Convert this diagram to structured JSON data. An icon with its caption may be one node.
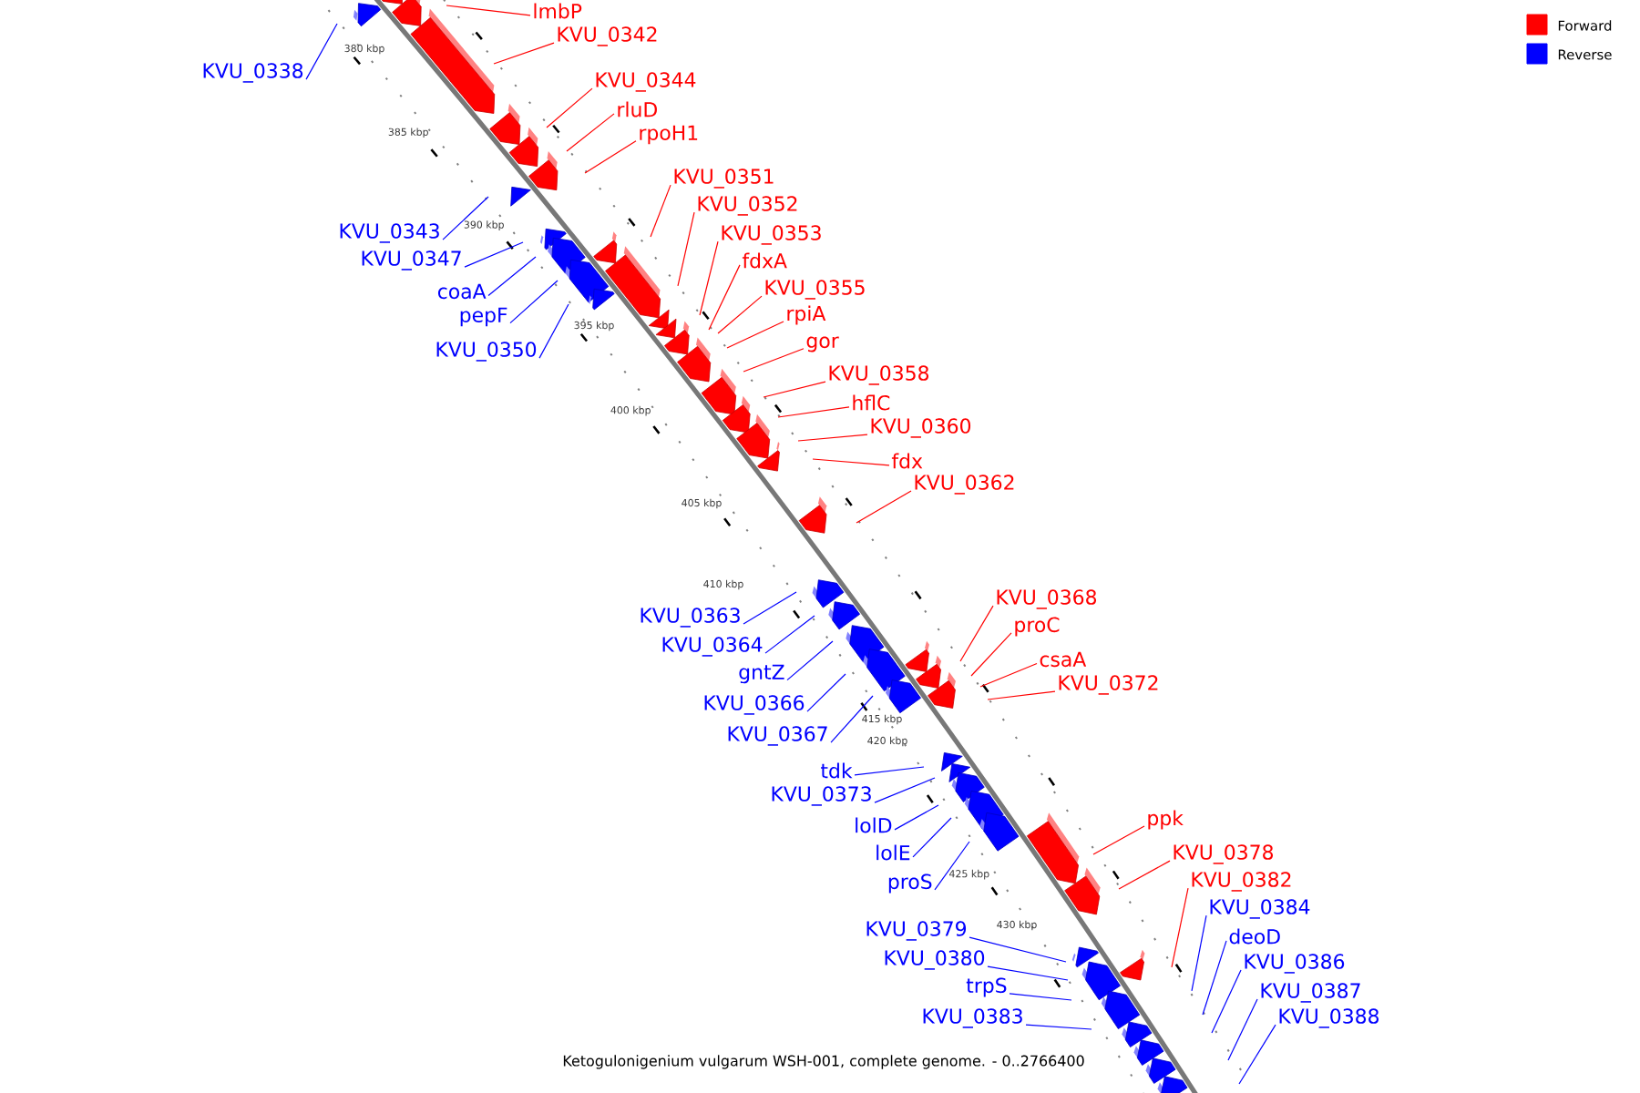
{
  "diagram": {
    "caption": "Ketogulonigenium vulgarum WSH-001, complete genome. - 0..2766400",
    "nodes": [
      {
        "text": [
          "lmbP"
        ]
      },
      {
        "text": [
          "KVU_0342"
        ]
      },
      {
        "text": [
          "KVU_0338"
        ]
      },
      {
        "text": [
          "KVU_0344"
        ]
      },
      {
        "text": [
          "rluD"
        ]
      },
      {
        "text": [
          "rpoH1"
        ]
      },
      {
        "text": [
          "KVU_0351"
        ]
      },
      {
        "text": [
          "KVU_0352"
        ]
      },
      {
        "text": [
          "KVU_0343"
        ]
      },
      {
        "text": [
          "KVU_0353"
        ]
      },
      {
        "text": [
          "KVU_0347"
        ]
      },
      {
        "text": [
          "fdxA"
        ]
      },
      {
        "text": [
          "KVU_0355"
        ]
      },
      {
        "text": [
          "coaA"
        ]
      },
      {
        "text": [
          "rpiA"
        ]
      },
      {
        "text": [
          "pepF"
        ]
      },
      {
        "text": [
          "gor"
        ]
      },
      {
        "text": [
          "KVU_0350"
        ]
      },
      {
        "text": [
          "KVU_0358"
        ]
      },
      {
        "text": [
          "hflC"
        ]
      },
      {
        "text": [
          "KVU_0360"
        ]
      },
      {
        "text": [
          "fdx"
        ]
      },
      {
        "text": [
          "KVU_0362"
        ]
      },
      {
        "text": [
          "KVU_0368"
        ]
      },
      {
        "text": [
          "KVU_0363"
        ]
      },
      {
        "text": [
          "proC"
        ]
      },
      {
        "text": [
          "KVU_0364"
        ]
      },
      {
        "text": [
          "csaA"
        ]
      },
      {
        "text": [
          "gntZ"
        ]
      },
      {
        "text": [
          "KVU_0372"
        ]
      },
      {
        "text": [
          "KVU_0366"
        ]
      },
      {
        "text": [
          "KVU_0367"
        ]
      },
      {
        "text": [
          "tdk"
        ]
      },
      {
        "text": [
          "KVU_0373"
        ]
      },
      {
        "text": [
          "ppk"
        ]
      },
      {
        "text": [
          "lolD"
        ]
      },
      {
        "text": [
          "lolE"
        ]
      },
      {
        "text": [
          "KVU_0378"
        ]
      },
      {
        "text": [
          "KVU_0382"
        ]
      },
      {
        "text": [
          "proS"
        ]
      },
      {
        "text": [
          "KVU_0384"
        ]
      },
      {
        "text": [
          "KVU_0379"
        ]
      },
      {
        "text": [
          "deoD"
        ]
      },
      {
        "text": [
          "KVU_0380"
        ]
      },
      {
        "text": [
          "KVU_0386"
        ]
      },
      {
        "text": [
          "trpS"
        ]
      },
      {
        "text": [
          "KVU_0387"
        ]
      },
      {
        "text": [
          "KVU_0383"
        ]
      },
      {
        "text": [
          "KVU_0388"
        ]
      }
    ],
    "edges": [
      {
        "from": 0,
        "to": null,
        "arrow": "none",
        "color": "#ff0000"
      },
      {
        "from": 1,
        "to": null,
        "arrow": "none",
        "color": "#ff0000"
      },
      {
        "from": 2,
        "to": null,
        "arrow": "none"
      },
      {
        "from": 3,
        "to": null,
        "arrow": "none",
        "color": "#ff0000"
      },
      {
        "from": 4,
        "to": null,
        "arrow": "none",
        "color": "#ff0000"
      },
      {
        "from": 5,
        "to": null,
        "arrow": "none",
        "color": "#ff0000"
      },
      {
        "from": 6,
        "to": null,
        "arrow": "none",
        "color": "#ff0000"
      },
      {
        "from": 7,
        "to": null,
        "arrow": "none",
        "color": "#ff0000"
      },
      {
        "from": 8,
        "to": null,
        "arrow": "none"
      },
      {
        "from": 9,
        "to": null,
        "arrow": "none",
        "color": "#ff0000"
      },
      {
        "from": 10,
        "to": null,
        "arrow": "none"
      },
      {
        "from": 11,
        "to": null,
        "arrow": "none",
        "color": "#ff0000"
      },
      {
        "from": 12,
        "to": null,
        "arrow": "none",
        "color": "#ff0000"
      },
      {
        "from": 13,
        "to": null,
        "arrow": "none"
      },
      {
        "from": 14,
        "to": null,
        "arrow": "none",
        "color": "#ff0000"
      },
      {
        "from": 15,
        "to": null,
        "arrow": "none"
      },
      {
        "from": 16,
        "to": null,
        "arrow": "none",
        "color": "#ff0000"
      },
      {
        "from": 17,
        "to": null,
        "arrow": "none"
      },
      {
        "from": 18,
        "to": null,
        "arrow": "none",
        "color": "#ff0000"
      },
      {
        "from": 19,
        "to": null,
        "arrow": "none",
        "color": "#ff0000"
      },
      {
        "from": 20,
        "to": null,
        "arrow": "none",
        "color": "#ff0000"
      },
      {
        "from": 21,
        "to": null,
        "arrow": "none",
        "color": "#ff0000"
      },
      {
        "from": 22,
        "to": null,
        "arrow": "none",
        "color": "#ff0000"
      },
      {
        "from": 23,
        "to": null,
        "arrow": "none",
        "color": "#ff0000"
      },
      {
        "from": 24,
        "to": null,
        "arrow": "none"
      },
      {
        "from": 25,
        "to": null,
        "arrow": "none",
        "color": "#ff0000"
      },
      {
        "from": 26,
        "to": null,
        "arrow": "none"
      },
      {
        "from": 27,
        "to": null,
        "arrow": "none",
        "color": "#ff0000"
      },
      {
        "from": 28,
        "to": null,
        "arrow": "none"
      },
      {
        "from": 29,
        "to": null,
        "arrow": "none",
        "color": "#ff0000"
      },
      {
        "from": 30,
        "to": null,
        "arrow": "none"
      },
      {
        "from": 31,
        "to": null,
        "arrow": "none"
      },
      {
        "from": 32,
        "to": null,
        "arrow": "none"
      },
      {
        "from": 33,
        "to": null,
        "arrow": "none"
      },
      {
        "from": 34,
        "to": null,
        "arrow": "none",
        "color": "#ff0000"
      },
      {
        "from": 35,
        "to": null,
        "arrow": "none"
      },
      {
        "from": 36,
        "to": null,
        "arrow": "none"
      },
      {
        "from": 37,
        "to": null,
        "arrow": "none",
        "color": "#ff0000"
      },
      {
        "from": 38,
        "to": null,
        "arrow": "none",
        "color": "#ff0000"
      },
      {
        "from": 39,
        "to": null,
        "arrow": "none"
      },
      {
        "from": 40,
        "to": null,
        "arrow": "none"
      },
      {
        "from": 41,
        "to": null,
        "arrow": "none"
      },
      {
        "from": 42,
        "to": null,
        "arrow": "none"
      },
      {
        "from": 43,
        "to": null,
        "arrow": "none"
      },
      {
        "from": 44,
        "to": null,
        "arrow": "none"
      },
      {
        "from": 45,
        "to": null,
        "arrow": "none"
      },
      {
        "from": 46,
        "to": null,
        "arrow": "none"
      },
      {
        "from": 47,
        "to": null,
        "arrow": "none"
      },
      {
        "from": 48,
        "to": null,
        "arrow": "none"
      }
    ],
    "labels": [
      "380 kbp",
      "385 kbp",
      "390 kbp",
      "395 kbp",
      "400 kbp",
      "405 kbp",
      "410 kbp",
      "415 kbp",
      "420 kbp",
      "425 kbp",
      "430 kbp"
    ],
    "legend": [
      {
        "text": "Forward",
        "color": "#ff0000"
      },
      {
        "text": "Reverse",
        "color": "#0000ff"
      }
    ]
  }
}
